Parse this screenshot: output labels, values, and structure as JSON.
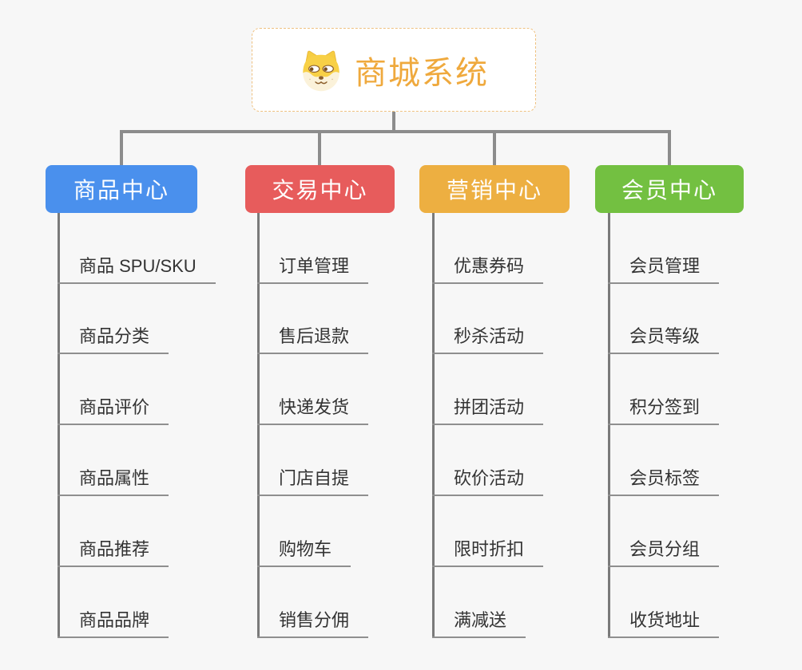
{
  "root": {
    "title": "商城系统",
    "icon": "doge-face-icon"
  },
  "colors": {
    "root_text": "#efa93d",
    "root_border": "#efc180",
    "connector": "#8c8c8c",
    "trunk": "#7a7a7a",
    "underline": "#8f8f8f",
    "child_text": "#333333",
    "branch_blue": "#4a90ed",
    "branch_red": "#e75c5c",
    "branch_orange": "#edaf41",
    "branch_green": "#73c041",
    "background": "#f7f7f7"
  },
  "branches": [
    {
      "label": "商品中心",
      "color": "#4a90ed",
      "children": [
        "商品 SPU/SKU",
        "商品分类",
        "商品评价",
        "商品属性",
        "商品推荐",
        "商品品牌"
      ]
    },
    {
      "label": "交易中心",
      "color": "#e75c5c",
      "children": [
        "订单管理",
        "售后退款",
        "快递发货",
        "门店自提",
        "购物车",
        "销售分佣"
      ]
    },
    {
      "label": "营销中心",
      "color": "#edaf41",
      "children": [
        "优惠券码",
        "秒杀活动",
        "拼团活动",
        "砍价活动",
        "限时折扣",
        "满减送"
      ]
    },
    {
      "label": "会员中心",
      "color": "#73c041",
      "children": [
        "会员管理",
        "会员等级",
        "积分签到",
        "会员标签",
        "会员分组",
        "收货地址"
      ]
    }
  ]
}
